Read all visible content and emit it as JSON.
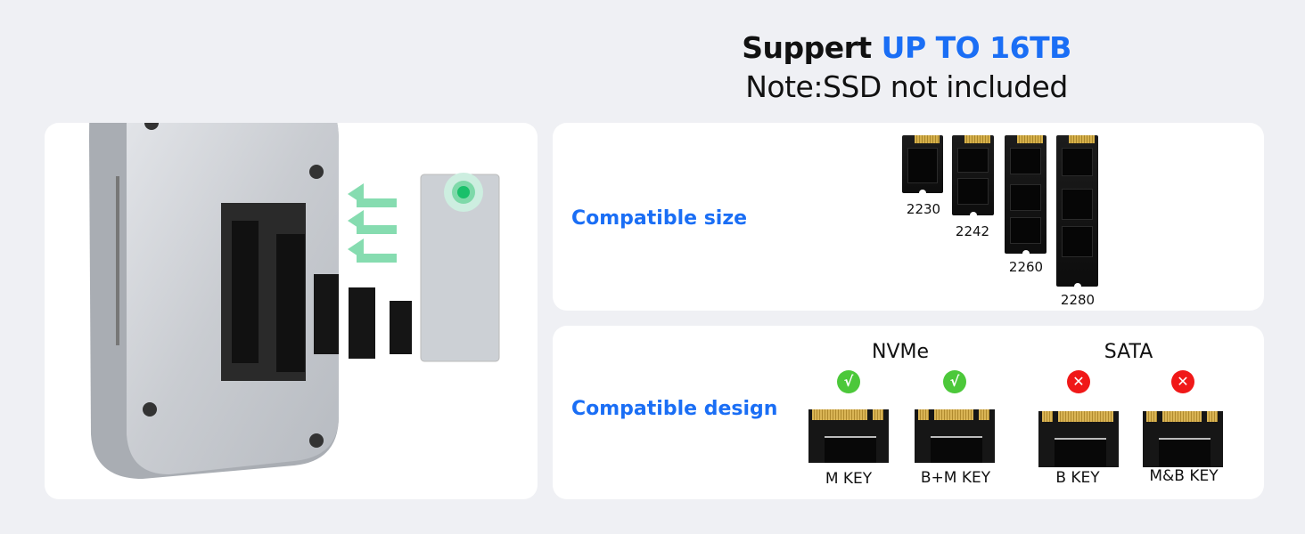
{
  "header": {
    "line1_prefix": "Suppert ",
    "line1_highlight": "UP TO 16TB",
    "line2": "Note:SSD not included"
  },
  "size_section": {
    "label": "Compatible size",
    "sizes": [
      "2230",
      "2242",
      "2260",
      "2280"
    ]
  },
  "design_section": {
    "label": "Compatible design",
    "groups": [
      {
        "name": "NVMe"
      },
      {
        "name": "SATA"
      }
    ],
    "keys": [
      {
        "label": "M KEY",
        "compatible": true,
        "mark": "√"
      },
      {
        "label": "B+M KEY",
        "compatible": true,
        "mark": "√"
      },
      {
        "label": "B KEY",
        "compatible": false,
        "mark": "✕"
      },
      {
        "label": "M&B KEY",
        "compatible": false,
        "mark": "✕"
      }
    ]
  },
  "colors": {
    "accent": "#1a6ef5",
    "ok": "#4cc83a",
    "no": "#f01818"
  }
}
